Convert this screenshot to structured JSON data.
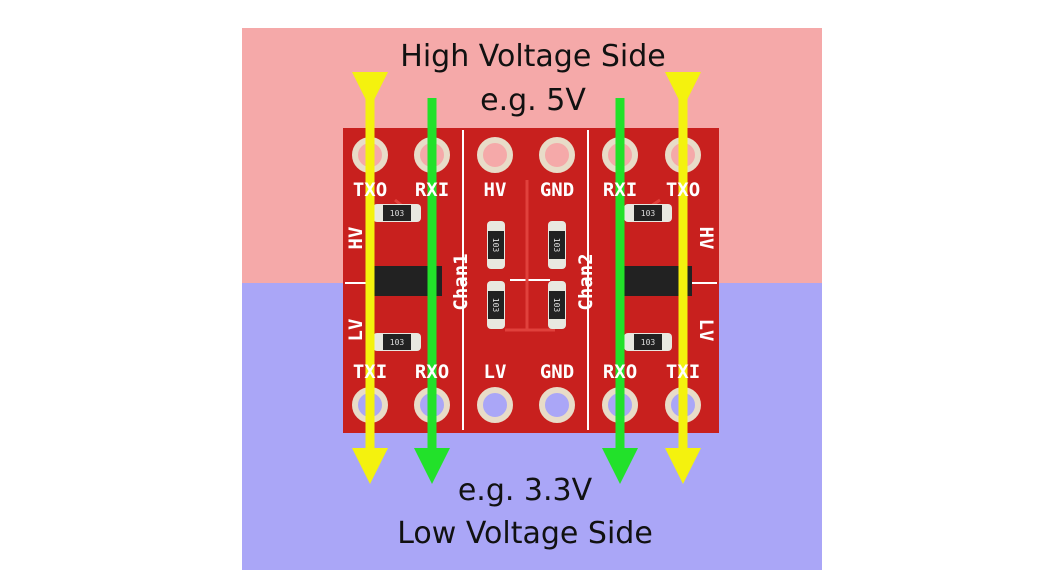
{
  "captions": {
    "high_title": "High Voltage Side",
    "high_example": "e.g. 5V",
    "low_example": "e.g. 3.3V",
    "low_title": "Low Voltage Side"
  },
  "board": {
    "top_pins": [
      "TXO",
      "RXI",
      "HV",
      "GND",
      "RXI",
      "TXO"
    ],
    "bottom_pins": [
      "TXI",
      "RXO",
      "LV",
      "GND",
      "RXO",
      "TXI"
    ],
    "side_hv": "HV",
    "side_lv": "LV",
    "chan1": "Chan1",
    "chan2": "Chan2",
    "resistor_code": "103"
  },
  "colors": {
    "high_bg": "#f5a9a9",
    "low_bg": "#aaa6f7",
    "board": "#c8201e",
    "tx_arrow": "#f4f20e",
    "rx_arrow": "#22e12a"
  }
}
